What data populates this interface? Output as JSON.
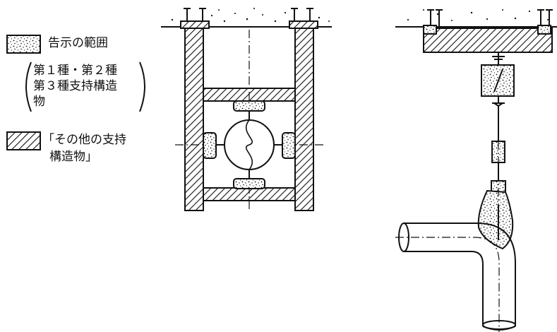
{
  "legend": {
    "notified_scope": "告示の範囲",
    "class_lines": [
      "第１種・第２種",
      "第３種支持構造",
      "物"
    ],
    "other_support": [
      "「その他の支持",
      "構造物」"
    ]
  },
  "colors": {
    "ink": "#111111",
    "background": "#ffffff"
  },
  "icons": {
    "dotted_swatch": "dotted-pattern-swatch-icon",
    "hatched_swatch": "diagonal-hatch-swatch-icon"
  }
}
